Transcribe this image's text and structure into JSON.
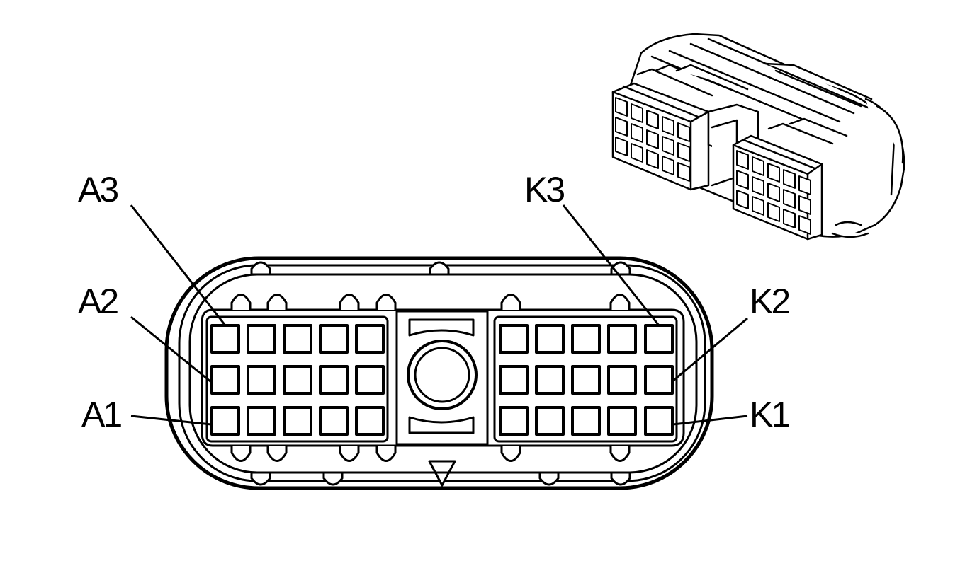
{
  "colors": {
    "line": "#000000",
    "background": "#ffffff"
  },
  "labels": {
    "a3": "A3",
    "a2": "A2",
    "a1": "A1",
    "k3": "K3",
    "k2": "K2",
    "k1": "K1"
  }
}
